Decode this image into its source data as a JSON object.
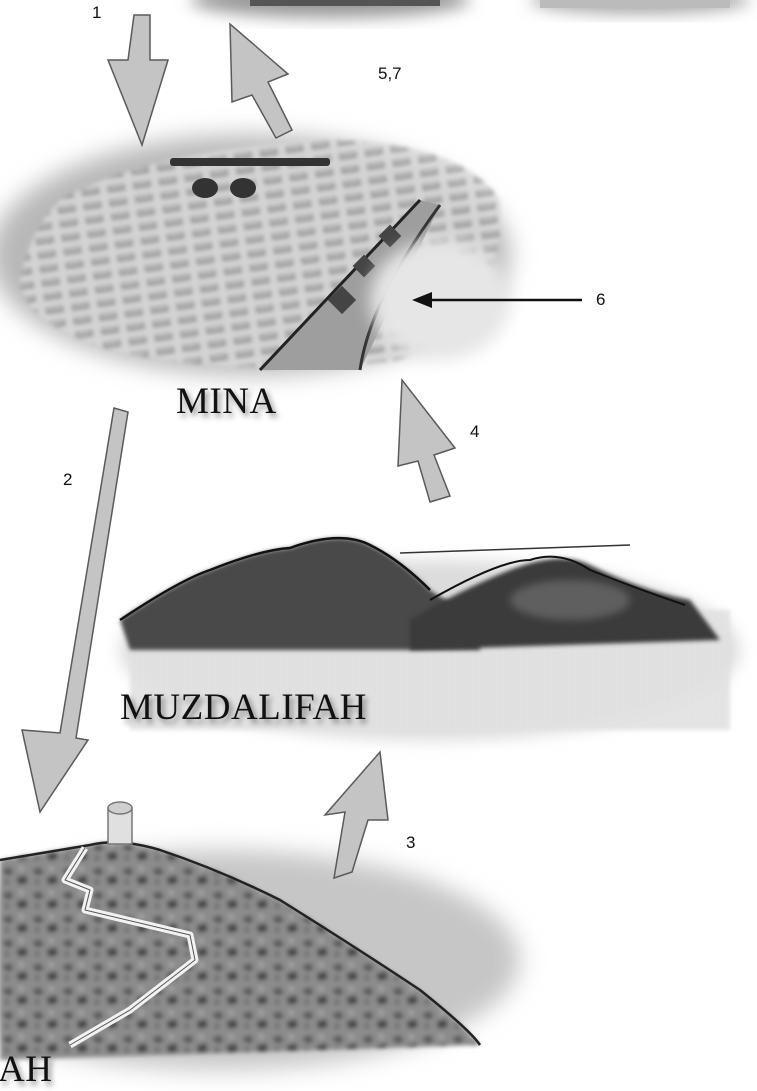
{
  "places": {
    "mina": "MINA",
    "muzdalifah": "MUZDALIFAH",
    "arafah_partial": "AH"
  },
  "step_labels": {
    "s1": "1",
    "s2": "2",
    "s3": "3",
    "s4": "4",
    "s57": "5,7",
    "s6": "6"
  },
  "colors": {
    "arrow_fill": "#c4c4c4",
    "arrow_stroke": "#5a5a5a",
    "terrain_dark": "#3c3c3c",
    "label_text": "#111111"
  }
}
